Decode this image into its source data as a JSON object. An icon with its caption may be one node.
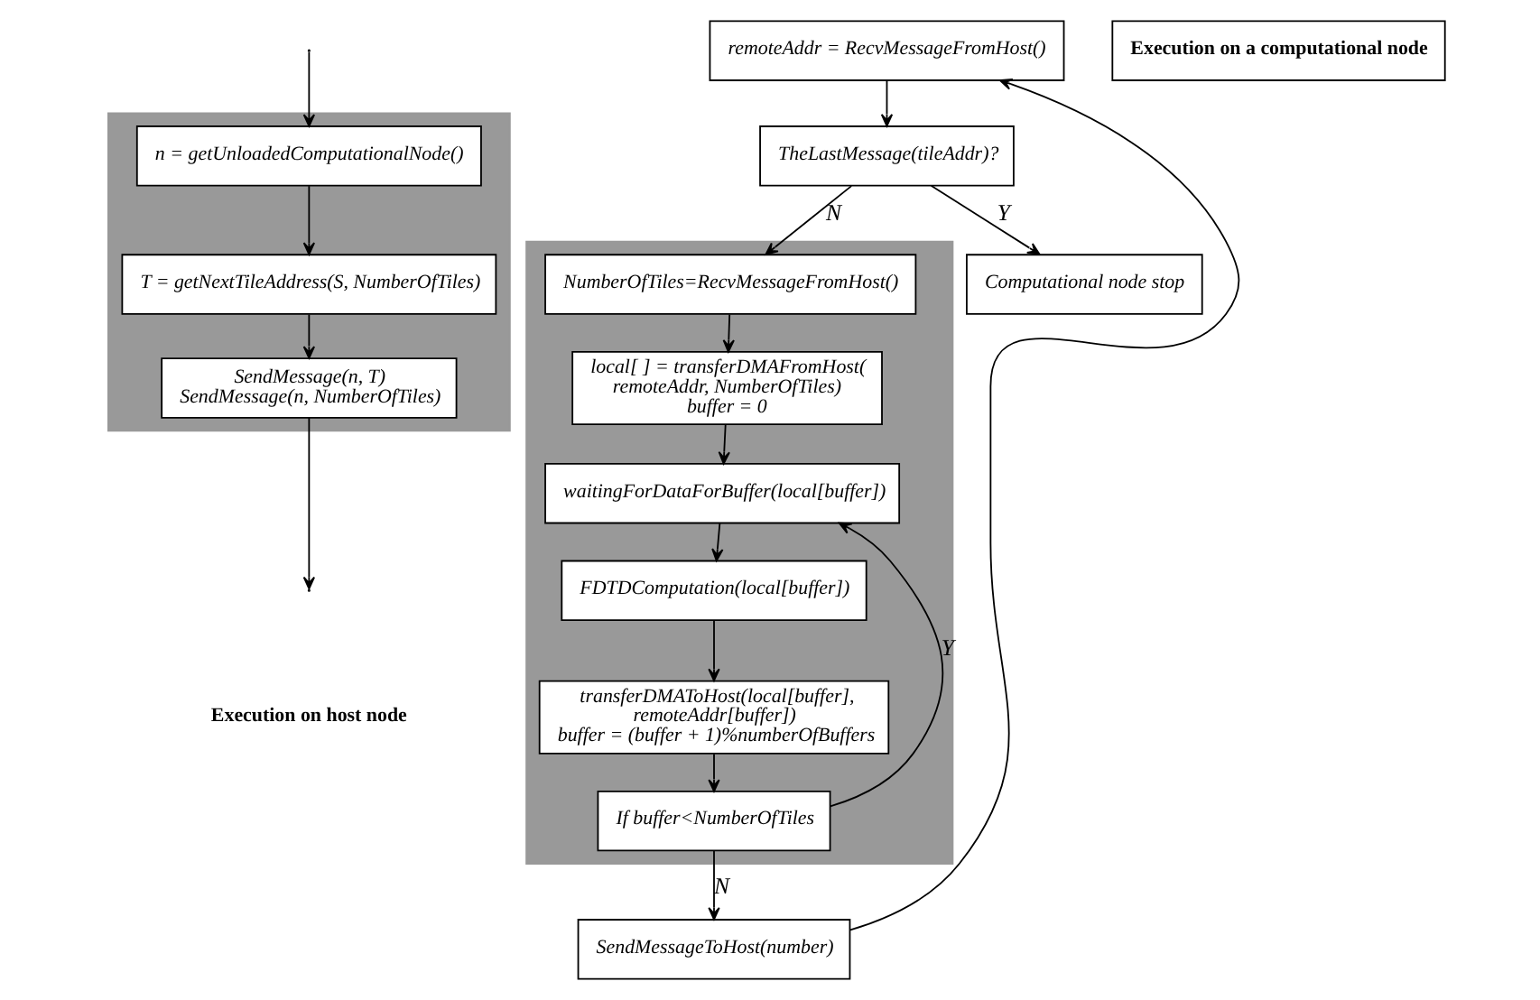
{
  "diagram": {
    "nodes": [
      {
        "text": [],
        "shape": "box"
      },
      {
        "text": [
          "n = getUnloadedComputationalNode()"
        ],
        "in": 0
      },
      {
        "text": [
          "T = getNextTileAddress(S, NumberOfTiles)"
        ],
        "in": 0
      },
      {
        "text": [
          "SendMessage(n, T)",
          "SendMessage(n, NumberOfTiles)"
        ],
        "in": 0
      },
      {
        "text": [
          "remoteAddr = RecvMessageFromHost()"
        ]
      },
      {
        "text": [
          "TheLastMessage(tileAddr)?"
        ]
      },
      {
        "text": [],
        "shape": "box"
      },
      {
        "text": [
          "NumberOfTiles=RecvMessageFromHost()"
        ],
        "in": 6
      },
      {
        "text": [
          "local[ ] = transferDMAFromHost( remoteAddr, NumberOfTiles)",
          "buffer = 0"
        ],
        "in": 6
      },
      {
        "text": [
          "waitingForDataForBuffer(local[buffer])"
        ],
        "in": 6
      },
      {
        "text": [
          "FDTDComputation(local[buffer])"
        ],
        "in": 6
      },
      {
        "text": [
          "transferDMAToHost(local[buffer], remoteAddr[buffer])",
          "buffer = (buffer + 1)%numberOfBuffers"
        ],
        "in": 6
      },
      {
        "text": [
          "If buffer<NumberOfTiles"
        ],
        "in": 6
      },
      {
        "text": [
          "SendMessageToHost(number)"
        ]
      },
      {
        "text": [
          "Execution on a computational node"
        ]
      },
      {
        "text": [
          "Computational node stop"
        ]
      }
    ],
    "edges": [
      {
        "from": null,
        "to": 1,
        "arrow": "to"
      },
      {
        "from": 1,
        "to": 2,
        "arrow": "to"
      },
      {
        "from": 2,
        "to": 3,
        "arrow": "to"
      },
      {
        "from": 3,
        "to": null,
        "arrow": "to"
      },
      {
        "from": 4,
        "to": 5,
        "arrow": "to"
      },
      {
        "from": 5,
        "to": 7,
        "arrow": "to",
        "label": "N"
      },
      {
        "from": 5,
        "to": 15,
        "arrow": "to",
        "label": "Y"
      },
      {
        "from": 7,
        "to": 8,
        "arrow": "to"
      },
      {
        "from": 8,
        "to": 9,
        "arrow": "to"
      },
      {
        "from": 9,
        "to": 10,
        "arrow": "to"
      },
      {
        "from": 10,
        "to": 11,
        "arrow": "to"
      },
      {
        "from": 11,
        "to": 12,
        "arrow": "to"
      },
      {
        "from": 12,
        "to": 9,
        "arrow": "to",
        "label": "Y"
      },
      {
        "from": 12,
        "to": 13,
        "arrow": "to",
        "label": "N"
      },
      {
        "from": 13,
        "to": 4,
        "arrow": "to"
      }
    ],
    "labels": [
      "Execution on host node"
    ]
  }
}
